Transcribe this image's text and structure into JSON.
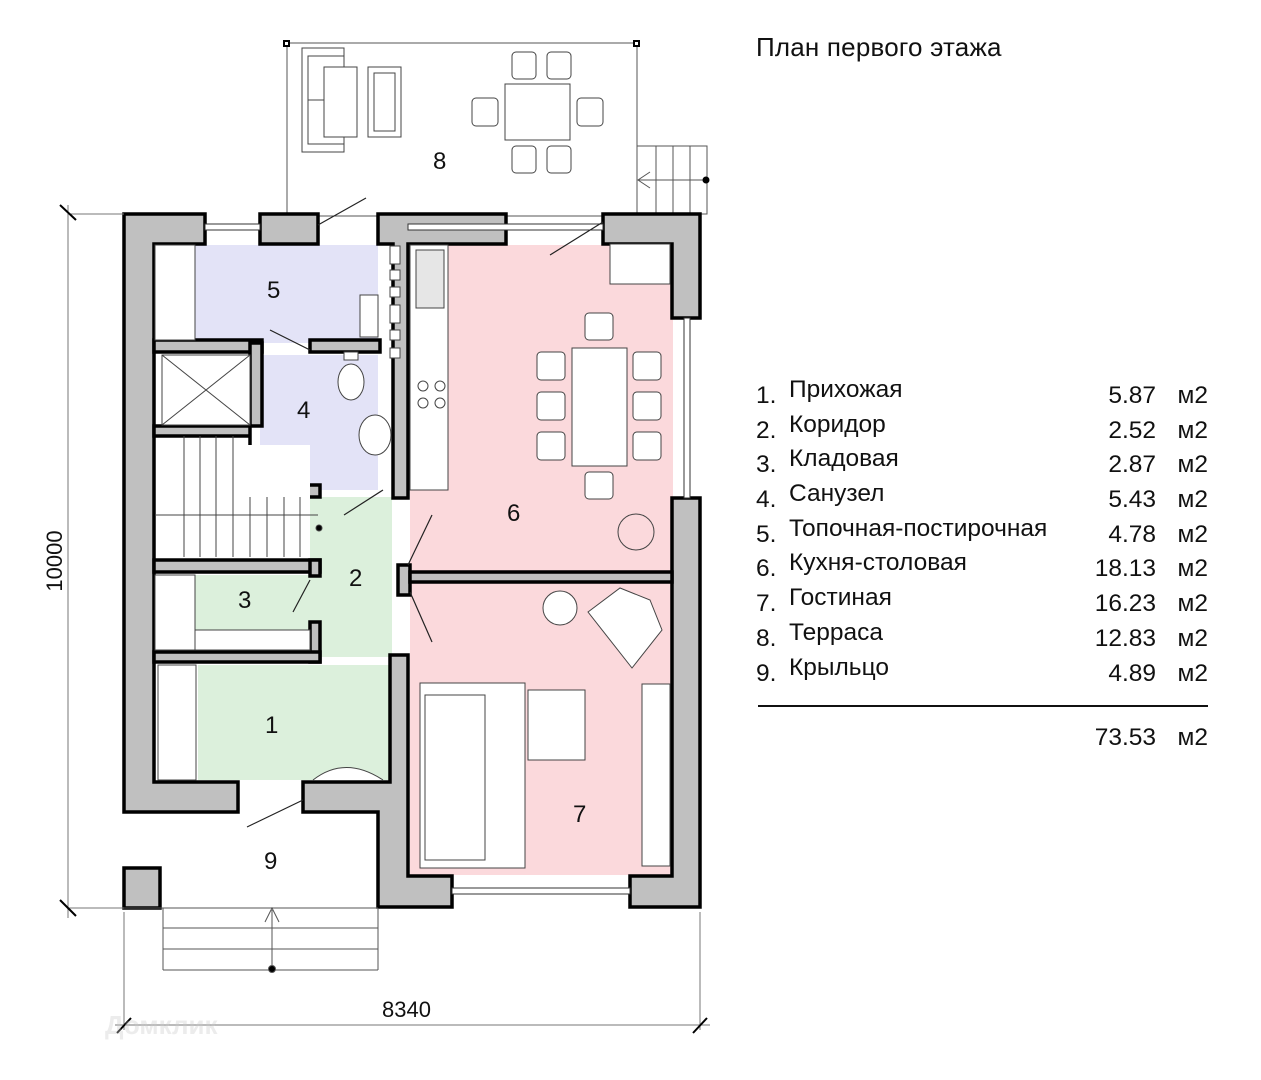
{
  "title": "План первого этажа",
  "rooms": [
    {
      "num": "1.",
      "label": "1",
      "name": "Прихожая",
      "area": "5.87",
      "unit": "м2"
    },
    {
      "num": "2.",
      "label": "2",
      "name": "Коридор",
      "area": "2.52",
      "unit": "м2"
    },
    {
      "num": "3.",
      "label": "3",
      "name": "Кладовая",
      "area": "2.87",
      "unit": "м2"
    },
    {
      "num": "4.",
      "label": "4",
      "name": "Санузел",
      "area": "5.43",
      "unit": "м2"
    },
    {
      "num": "5.",
      "label": "5",
      "name": "Топочная-постирочная",
      "area": "4.78",
      "unit": "м2"
    },
    {
      "num": "6.",
      "label": "6",
      "name": "Кухня-столовая",
      "area": "18.13",
      "unit": "м2"
    },
    {
      "num": "7.",
      "label": "7",
      "name": "Гостиная",
      "area": "16.23",
      "unit": "м2"
    },
    {
      "num": "8.",
      "label": "8",
      "name": "Терраса",
      "area": "12.83",
      "unit": "м2"
    },
    {
      "num": "9.",
      "label": "9",
      "name": "Крыльцо",
      "area": "4.89",
      "unit": "м2"
    }
  ],
  "total": {
    "area": "73.53",
    "unit": "м2"
  },
  "dimensions": {
    "width": "8340",
    "height": "10000"
  },
  "colors": {
    "wall": "#c0c0c0",
    "wall_outline": "#000000",
    "hall_green": "#dcf0dc",
    "bath_blue": "#e3e3f7",
    "living_pink": "#fbd9dc"
  },
  "watermark": "Домклик"
}
